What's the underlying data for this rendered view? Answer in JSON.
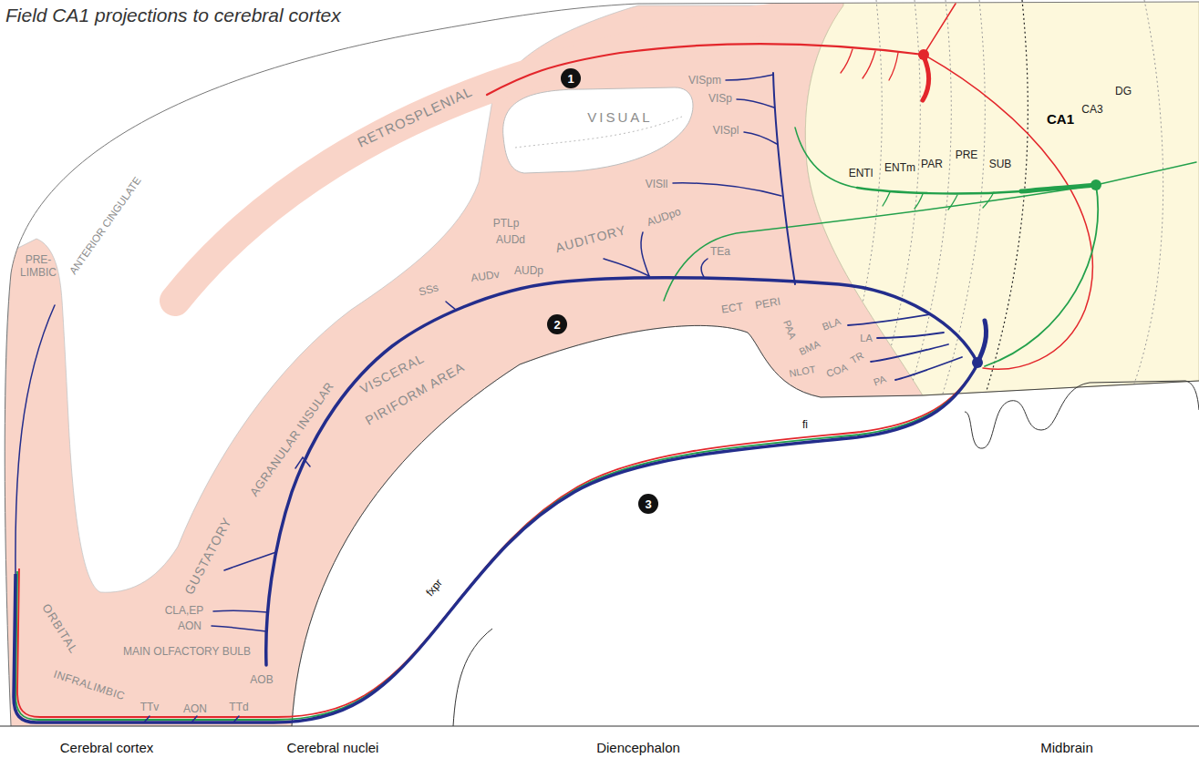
{
  "diagram": {
    "title": "Field CA1 projections to cerebral cortex",
    "labels": [
      "RETROSPLENIAL",
      "VISUAL",
      "VISpm",
      "VISp",
      "VISpl",
      "VISll",
      "PTLp",
      "AUDd",
      "AUDITORY",
      "AUDpo",
      "AUDp",
      "TEa",
      "AUDv",
      "ECT",
      "PERI",
      "SSs",
      "PAA",
      "BLA",
      "BMA",
      "LA",
      "NLOT",
      "COA",
      "TR",
      "PA",
      "VISCERAL",
      "PIRIFORM AREA",
      "AGRANULAR INSULAR",
      "GUSTATORY",
      "ANTERIOR CINGULATE",
      "PRE- LIMBIC",
      "ORBITAL",
      "CLA,EP",
      "AON",
      "MAIN OLFACTORY BULB",
      "AOB",
      "INFRALIMBIC",
      "TTv",
      "AON",
      "TTd",
      "DG",
      "CA3",
      "CA1",
      "SUB",
      "PRE",
      "PAR",
      "ENTm",
      "ENTl",
      "1",
      "2",
      "3",
      "fi",
      "fxpr",
      "Cerebral cortex",
      "Cerebral nuclei",
      "Diencephalon",
      "Midbrain"
    ]
  }
}
